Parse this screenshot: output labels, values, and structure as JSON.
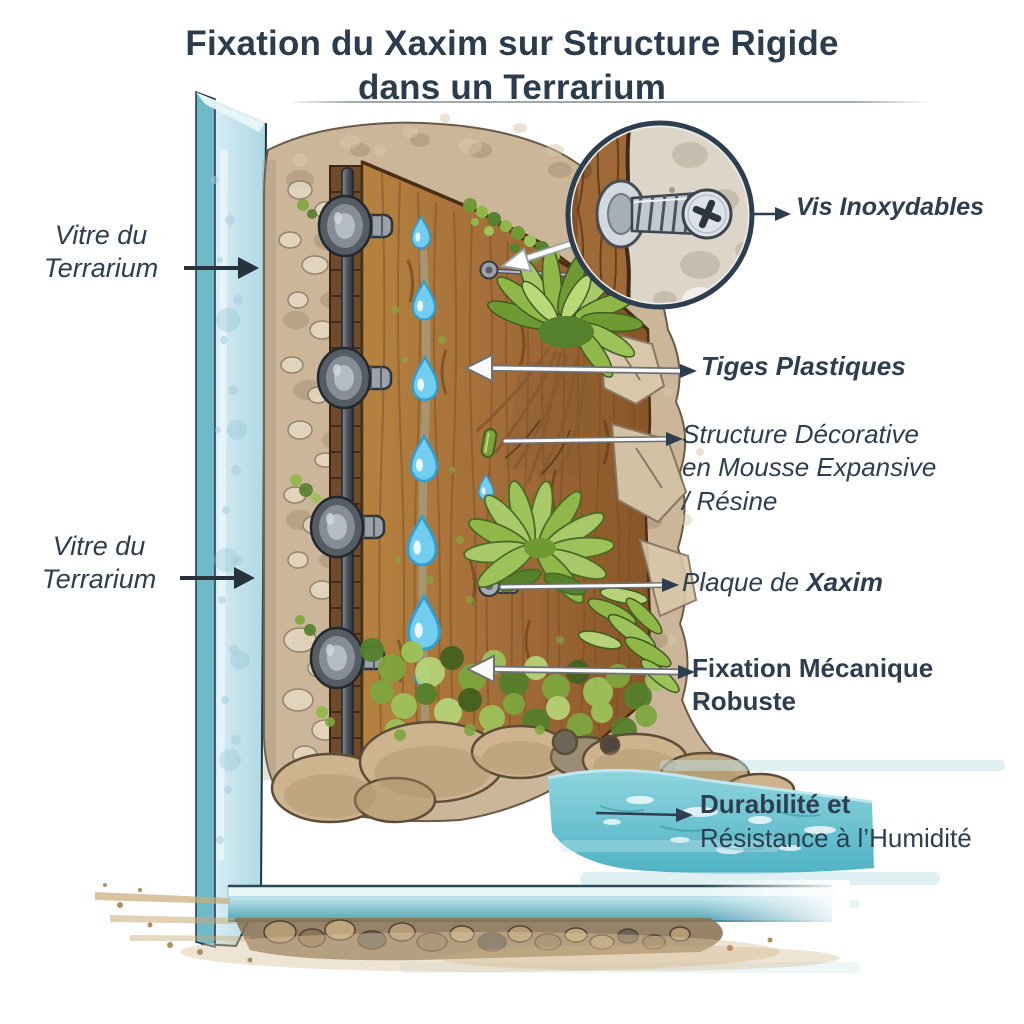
{
  "title": {
    "line1": "Fixation du Xaxim sur Structure Rigide",
    "line2": "dans un Terrarium"
  },
  "labels": {
    "vitre": {
      "line1": "Vitre du",
      "line2": "Terrarium"
    },
    "vis": "Vis Inoxydables",
    "tiges": "Tiges Plastiques",
    "structure": {
      "line1": "Structure Décorative",
      "line2": "en Mousse Expansive",
      "line3": "/ Résine"
    },
    "plaque": {
      "prefix": "Plaque de ",
      "emphasis": "Xaxim"
    },
    "fixation": {
      "line1": "Fixation Mécanique",
      "line2": "Robuste"
    },
    "durabilite": {
      "line1": "Durabilité et",
      "line2": "Résistance à l’Humidité"
    }
  },
  "colors": {
    "label_text": "#2c3e50",
    "title_text": "#2b3c4d",
    "glass": "#c6e4ed",
    "glass_edge": "#6fb9c9",
    "stone_wall": "#cbb69a",
    "cork_panel": "#a06a38",
    "cork_strip": "#6f4a2c",
    "metal": "#9aa1ab",
    "droplet_blue": "#72cdf0",
    "plant_green": "#7fa63f",
    "water_teal": "#4fb3c4",
    "sand": "#cdb185"
  }
}
